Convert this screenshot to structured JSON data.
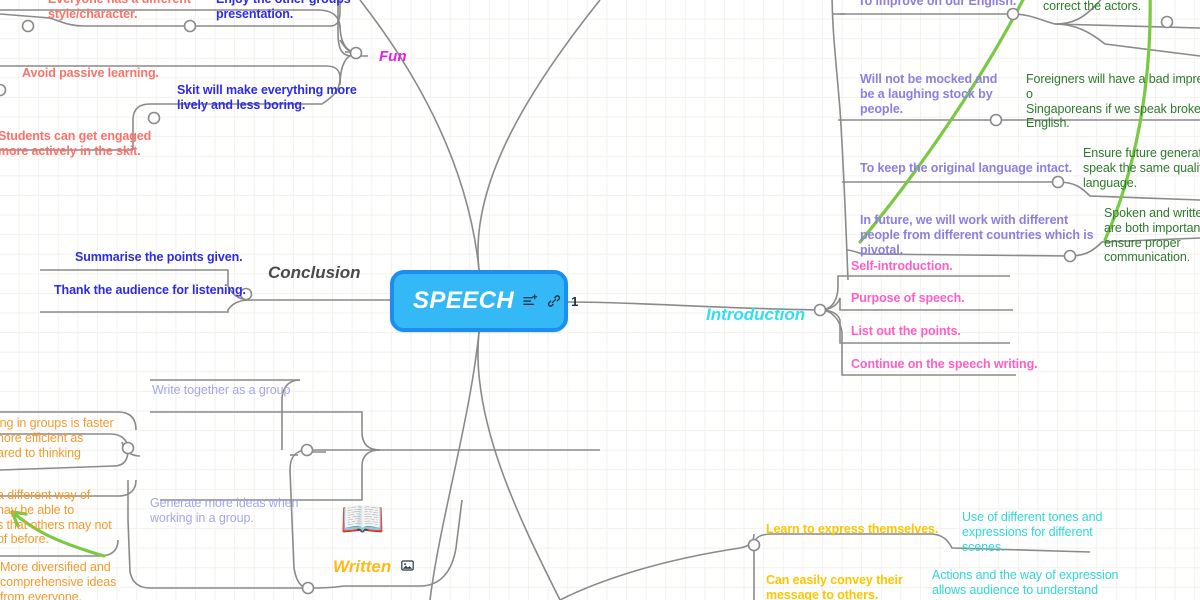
{
  "app": {
    "type": "mind-map",
    "background": "#ffffff",
    "grid_color": "#f3f1ea"
  },
  "root": {
    "title": "SPEECH",
    "note_icon": "note-lines-icon",
    "link_icon": "link-icon",
    "link_count": "1",
    "fill": "#35b8f6",
    "border": "#1a8ff0",
    "text_color": "#ffffff"
  },
  "branches": {
    "fun": {
      "label": "Fun",
      "color": "#e81ee8",
      "children": [
        {
          "text": "Everyone has a different\nstyle/character.",
          "color": "#f9736c"
        },
        {
          "text": "Enjoy the other groups\npresentation.",
          "color": "#2b2be8"
        },
        {
          "text": "Avoid passive learning.",
          "color": "#f9736c"
        },
        {
          "text": "Skit will make everything more\nlively and less boring.",
          "color": "#2b2be8"
        },
        {
          "text": "Students can get engaged\nmore actively in the skit.",
          "color": "#f9736c"
        }
      ]
    },
    "language": {
      "label": "",
      "color": "#8b7fe0",
      "children": [
        {
          "text": "To improve on our English.",
          "color": "#8b7fe0"
        },
        {
          "text": "correct the actors.",
          "color": "#2d7a2d"
        },
        {
          "text": "Will not be mocked and\nbe a laughing stock by\npeople.",
          "color": "#8b7fe0"
        },
        {
          "text": "Foreigners will have a bad impression o\nSingaporeans if we speak broken\nEnglish.",
          "color": "#2d7a2d"
        },
        {
          "text": "To keep the original language intact.",
          "color": "#8b7fe0"
        },
        {
          "text": "Ensure future generation\nspeak the same quality o\nlanguage.",
          "color": "#2d7a2d"
        },
        {
          "text": "In future, we will work with different\npeople from different countries which is\npivotal.",
          "color": "#8b7fe0"
        },
        {
          "text": "Spoken and written\nare both important t\nensure proper\ncommunication.",
          "color": "#2d7a2d"
        }
      ]
    },
    "conclusion": {
      "label": "Conclusion",
      "color": "#4a4a4a",
      "children": [
        {
          "text": "Summarise the points given.",
          "color": "#2b2be8"
        },
        {
          "text": "Thank the audience for listening.",
          "color": "#2b2be8"
        }
      ]
    },
    "introduction": {
      "label": "Introduction",
      "color": "#2fe0ef",
      "children": [
        {
          "text": "Self-introduction.",
          "color": "#ff5fc4"
        },
        {
          "text": "Purpose of speech.",
          "color": "#ff5fc4"
        },
        {
          "text": "List out the points.",
          "color": "#ff5fc4"
        },
        {
          "text": "Continue on the speech writing.",
          "color": "#ff5fc4"
        }
      ]
    },
    "written": {
      "label": "Written",
      "color": "#fdb916",
      "emoji": "📖",
      "image_icon": "image-icon",
      "children": [
        {
          "text": "Write together as a group",
          "color": "#a5a5ef"
        },
        {
          "text": "ing in groups is faster\nnore efficient as\nared to thinking\n.",
          "color": "#f59a2e"
        },
        {
          "text": "Generate more ideas when\nworking in a group.",
          "color": "#a5a5ef"
        },
        {
          "text": "a different way of\nnay be able to\ns that others may not\nof before.",
          "color": "#f59a2e"
        },
        {
          "text": "More diversified and\ncomprehensive ideas\nfrom everyone.",
          "color": "#f59a2e"
        }
      ]
    },
    "expression": {
      "label": "",
      "color": "#fdc500",
      "children": [
        {
          "text": "Learn to express themselves.",
          "color": "#fdc500"
        },
        {
          "text": "Use of different tones and\nexpressions for different\nscenes.",
          "color": "#33d6d6"
        },
        {
          "text": "Can easily convey their\nmessage to others.",
          "color": "#fdc500"
        },
        {
          "text": "Actions and the way of expression\nallows audience to understand\nthem.",
          "color": "#33d6d6"
        }
      ]
    }
  },
  "connectors": {
    "edge_color": "#8a8a8a",
    "relationship_color": "#7ac943",
    "node_dot_fill": "#ffffff"
  }
}
